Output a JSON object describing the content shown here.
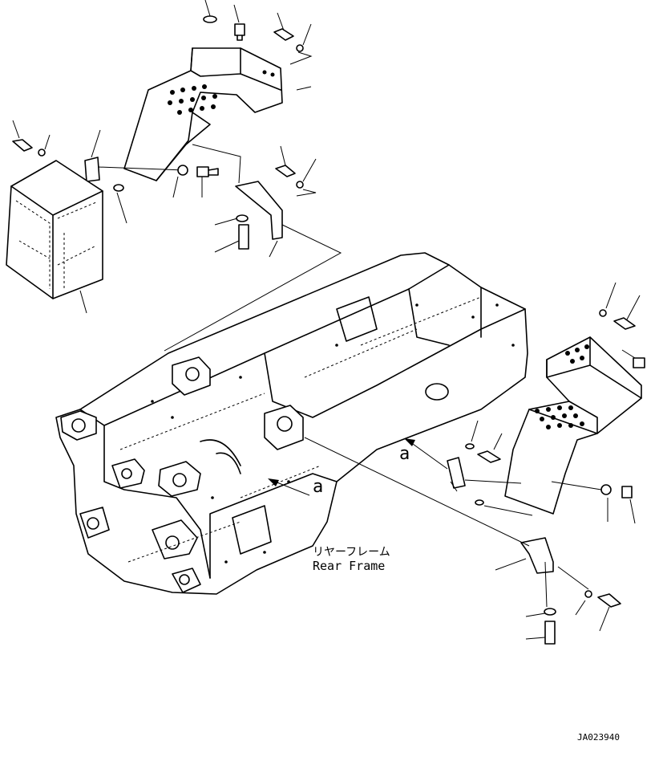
{
  "diagram": {
    "labels": {
      "view_marker": "a",
      "frame_name_jp": "リヤーフレーム",
      "frame_name_en": "Rear Frame",
      "drawing_id": "JA023940"
    }
  }
}
